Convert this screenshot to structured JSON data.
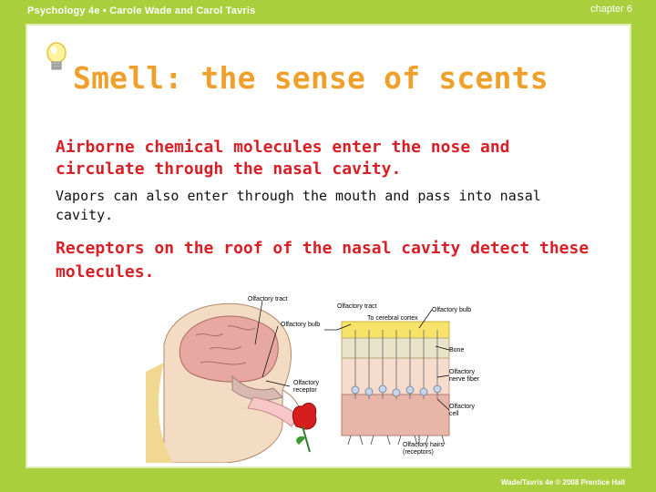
{
  "header": {
    "book": "Psychology 4e • Carole Wade and Carol Tavris",
    "chapter": "chapter 6"
  },
  "slide": {
    "title": "Smell: the sense of scents",
    "bullet1": "Airborne chemical molecules enter the nose and circulate through the nasal cavity.",
    "bullet2": "Vapors can also enter through the mouth and pass into nasal cavity.",
    "bullet3": "Receptors on the roof of the nasal cavity detect these molecules."
  },
  "figure": {
    "labels": {
      "olfactory_tract_left": "Olfactory tract",
      "olfactory_bulb_left": "Olfactory bulb",
      "olfactory_receptor_left_1": "Olfactory",
      "olfactory_receptor_left_2": "receptor",
      "olfactory_tract_right": "Olfactory tract",
      "to_cerebral_cortex": "To cerebral cortex",
      "olfactory_bulb_right": "Olfactory bulb",
      "bone": "Bone",
      "nerve_fiber_1": "Olfactory",
      "nerve_fiber_2": "nerve fiber",
      "olfactory_cell_1": "Olfactory",
      "olfactory_cell_2": "cell",
      "olfactory_hairs_1": "Olfactory hairs",
      "olfactory_hairs_2": "(receptors)"
    }
  },
  "footer": {
    "credit": "Wade/Tavris 4e © 2008 Prentice Hall"
  }
}
